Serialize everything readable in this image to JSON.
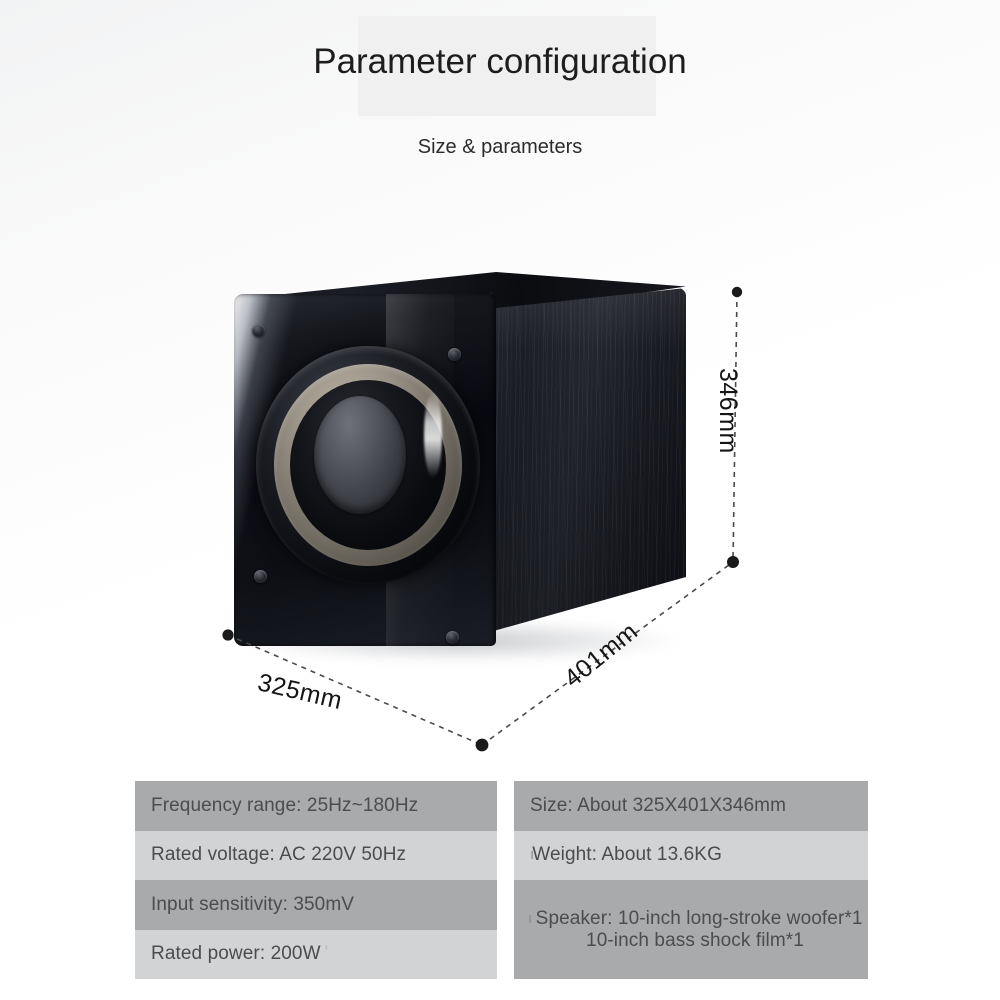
{
  "header": {
    "title": "Parameter configuration",
    "subtitle": "Size & parameters"
  },
  "product": {
    "name": "subwoofer",
    "description": "Black glossy-front subwoofer with woodgrain side panel and 10-inch driver"
  },
  "dimensions": {
    "width": "325mm",
    "depth": "401mm",
    "height": "346mm"
  },
  "specs": {
    "left_column": [
      {
        "text": "Frequency range: 25Hz~180Hz",
        "shade": "dark"
      },
      {
        "text": "Rated voltage: AC 220V 50Hz",
        "shade": "light"
      },
      {
        "text": "Input sensitivity: 350mV",
        "shade": "dark"
      },
      {
        "text": "Rated power: 200W",
        "shade": "light",
        "trail": "'"
      }
    ],
    "right_column": [
      {
        "text": "Size: About 325X401X346mm",
        "shade": "dark"
      },
      {
        "text": "Weight: About 13.6KG",
        "shade": "light",
        "lead": "ı"
      },
      {
        "text": "Speaker: 10-inch long-stroke woofer*1",
        "text2": "10-inch bass shock film*1",
        "shade": "dark",
        "lead": "ı"
      }
    ]
  },
  "colors": {
    "shade_dark": "#a9aaac",
    "shade_light": "#d2d3d5",
    "text": "#4c4c4c",
    "title_band": "#f0f0f0",
    "title_text": "#1d1d1d"
  }
}
